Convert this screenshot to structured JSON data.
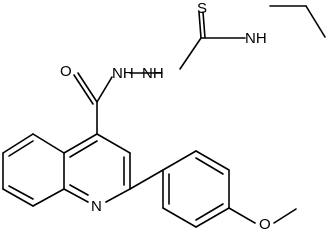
{
  "molecule": {
    "atom_labels": {
      "S": "S",
      "NH_thio": "NH",
      "HN_thio": "H",
      "N_thio_letter": "N",
      "O_carbonyl": "O",
      "NH_hydrazide": "NH",
      "HN_hydrazide": "N",
      "H_hydrazide": "H",
      "N_ring": "N",
      "O_methoxy": "O"
    }
  }
}
